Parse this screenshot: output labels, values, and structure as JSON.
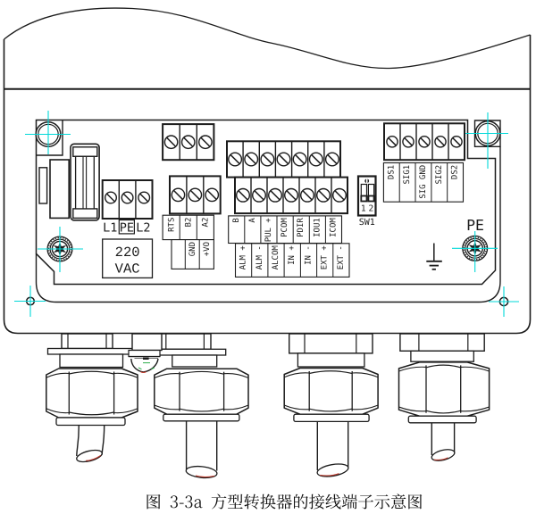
{
  "figure": {
    "caption": "图 3-3a 方型转换器的接线端子示意图"
  },
  "labels": {
    "power_terminals": [
      "L1",
      "PE",
      "L2"
    ],
    "power_rating_line1": "220",
    "power_rating_line2": "VAC",
    "comm_terminals": [
      "RTS",
      "B2",
      "A2"
    ],
    "aux_power_terminals": [
      "GND",
      "+VO"
    ],
    "io_row1": [
      "B",
      "A",
      "PUL +",
      "PCOM",
      "PDIR",
      "IOU1",
      "ICOM"
    ],
    "io_row2": [
      "ALM +",
      "ALM -",
      "ALCOM",
      "IN +",
      "IN -",
      "EXT +",
      "EXT -"
    ],
    "sensor_terminals": [
      "DS1",
      "SIG1",
      "SIG GND",
      "SIG2",
      "DS2"
    ],
    "dip_switch": {
      "pos1": "1",
      "pos2": "2",
      "name": "SW1"
    },
    "protective_earth": "PE"
  },
  "colors": {
    "line": "#1c1c1c",
    "crosshair": "#00d8d8",
    "cable_end_mark": "#c0392b",
    "plug_mark": "#1db954",
    "background": "#ffffff"
  }
}
